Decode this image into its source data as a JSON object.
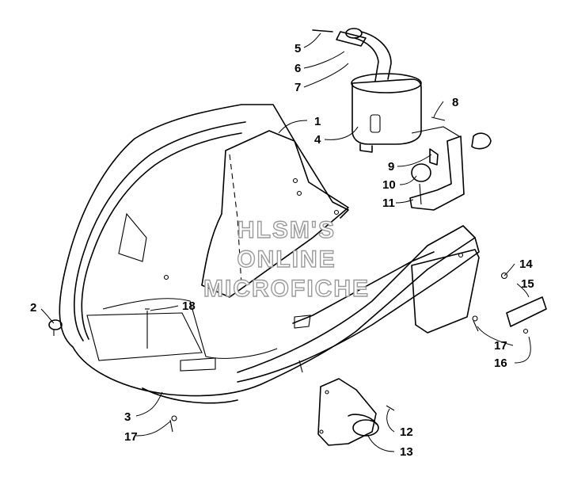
{
  "watermark": {
    "line1": "HLSM'S",
    "line2": "ONLINE",
    "line3": "MICROFICHE"
  },
  "callouts": [
    {
      "number": "1"
    },
    {
      "number": "2"
    },
    {
      "number": "3"
    },
    {
      "number": "4"
    },
    {
      "number": "5"
    },
    {
      "number": "6"
    },
    {
      "number": "7"
    },
    {
      "number": "8"
    },
    {
      "number": "9"
    },
    {
      "number": "10"
    },
    {
      "number": "11"
    },
    {
      "number": "12"
    },
    {
      "number": "13"
    },
    {
      "number": "14"
    },
    {
      "number": "15"
    },
    {
      "number": "16"
    },
    {
      "number": "17"
    },
    {
      "number": "17"
    },
    {
      "number": "18"
    }
  ]
}
